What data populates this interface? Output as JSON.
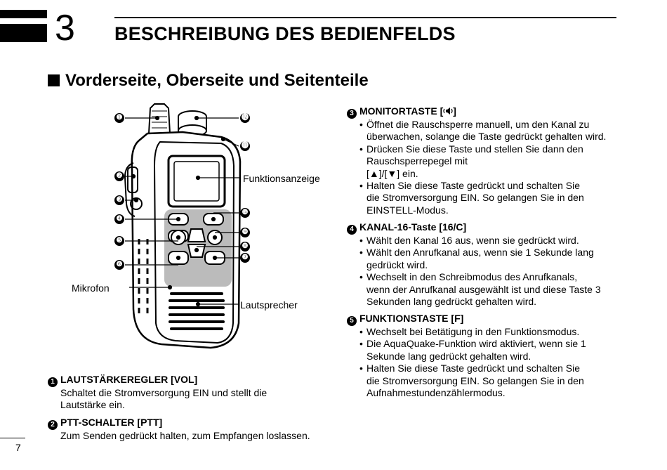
{
  "chapter": {
    "number": "3",
    "title": "BESCHREIBUNG DES BEDIENFELDS"
  },
  "section": {
    "title": "Vorderseite, Oberseite und Seitenteile"
  },
  "figure": {
    "labels": {
      "display": "Funktionsanzeige",
      "mic": "Mikrofon",
      "speaker": "Lautsprecher"
    },
    "callouts": [
      "❶",
      "❷",
      "❸",
      "❹",
      "❺",
      "❻",
      "❼",
      "❽",
      "❾",
      "❿",
      "⓫",
      "⓬"
    ]
  },
  "left_entries": [
    {
      "marker": "1",
      "title": "LAUTSTÄRKEREGLER [VOL]",
      "body": [
        "Schaltet die Stromversorgung EIN und stellt die",
        "Lautstärke ein."
      ]
    },
    {
      "marker": "2",
      "title": "PTT-SCHALTER [PTT]",
      "body": [
        "Zum Senden gedrückt halten, zum Empfangen loslassen."
      ]
    }
  ],
  "right_entries": [
    {
      "marker": "3",
      "title": "MONITORTASTE [",
      "title_suffix": "]",
      "bullets": [
        [
          "Öffnet die Rauschsperre manuell, um den Kanal zu",
          "überwachen, solange die Taste gedrückt gehalten wird."
        ],
        [
          "Drücken Sie diese Taste und stellen Sie dann den",
          "Rauschsperrepegel mit",
          "[▲]/[▼] ein."
        ],
        [
          "Halten Sie diese Taste gedrückt und schalten Sie",
          "die Stromversorgung EIN. So gelangen Sie in den",
          "EINSTELL-Modus."
        ]
      ]
    },
    {
      "marker": "4",
      "title": "KANAL-16-Taste [16/C]",
      "bullets": [
        [
          "Wählt den Kanal 16 aus, wenn sie gedrückt wird."
        ],
        [
          "Wählt den Anrufkanal aus, wenn sie 1 Sekunde lang",
          "gedrückt wird."
        ],
        [
          "Wechselt in den Schreibmodus des Anrufkanals,",
          "wenn der Anrufkanal ausgewählt ist und diese Taste 3",
          "Sekunden lang gedrückt gehalten wird."
        ]
      ]
    },
    {
      "marker": "5",
      "title": "FUNKTIONSTASTE [F]",
      "bullets": [
        [
          "Wechselt bei Betätigung in den Funktionsmodus."
        ],
        [
          "Die AquaQuake-Funktion wird aktiviert, wenn sie 1",
          "Sekunde lang gedrückt gehalten wird."
        ],
        [
          "Halten Sie diese Taste gedrückt und schalten Sie",
          "die Stromversorgung EIN. So gelangen Sie in den",
          "Aufnahmestundenzählermodus."
        ]
      ]
    }
  ],
  "page_number": "7"
}
